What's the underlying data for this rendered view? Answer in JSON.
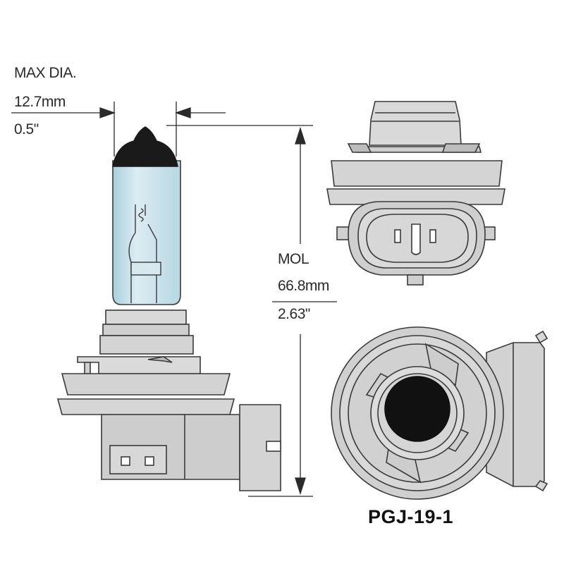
{
  "labels": {
    "max_dia_title": "MAX DIA.",
    "max_dia_mm": "12.7mm",
    "max_dia_in": "0.5\"",
    "mol_title": "MOL",
    "mol_mm": "66.8mm",
    "mol_in": "2.63\"",
    "base_type": "PGJ-19-1"
  },
  "colors": {
    "outline": "#3a3a3a",
    "body_gray": "#cfcfcf",
    "body_light": "#dadada",
    "glass": "#cfe6ee",
    "cap": "#1a1a1a",
    "text": "#2a2a2a"
  }
}
